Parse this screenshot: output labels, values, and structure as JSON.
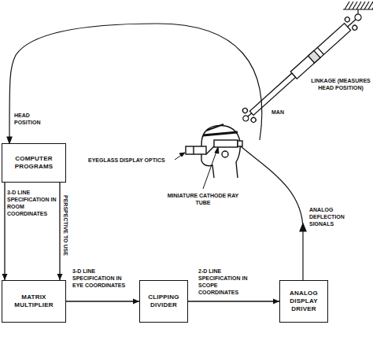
{
  "diagram": {
    "nodes": [
      {
        "text": [
          "COMPUTER PROGRAMS"
        ]
      },
      {
        "text": [
          "MATRIX MULTIPLIER"
        ]
      },
      {
        "text": [
          "CLIPPING DIVIDER"
        ]
      },
      {
        "text": [
          "ANALOG DISPLAY DRIVER"
        ]
      }
    ],
    "edges": [
      {
        "from": 0,
        "to": 1,
        "arrow": "to",
        "label": "3-D LINE SPECIFICATION IN ROOM COORDINATES"
      },
      {
        "from": 0,
        "to": 1,
        "arrow": "to",
        "label": "PERSPECTIVE TO USE"
      },
      {
        "from": 1,
        "to": 2,
        "arrow": "to",
        "label": "3-D LINE SPECIFICATION IN EYE COORDINATES"
      },
      {
        "from": 2,
        "to": 3,
        "arrow": "to",
        "label": "2-D LINE SPECIFICATION IN SCOPE COORDINATES"
      }
    ],
    "labels": [
      "HEAD POSITION",
      "LINKAGE (MEASURES HEAD POSITION)",
      "MAN",
      "EYEGLASS DISPLAY OPTICS",
      "MINIATURE CATHODE RAY TUBE",
      "ANALOG DEFLECTION SIGNALS"
    ]
  }
}
